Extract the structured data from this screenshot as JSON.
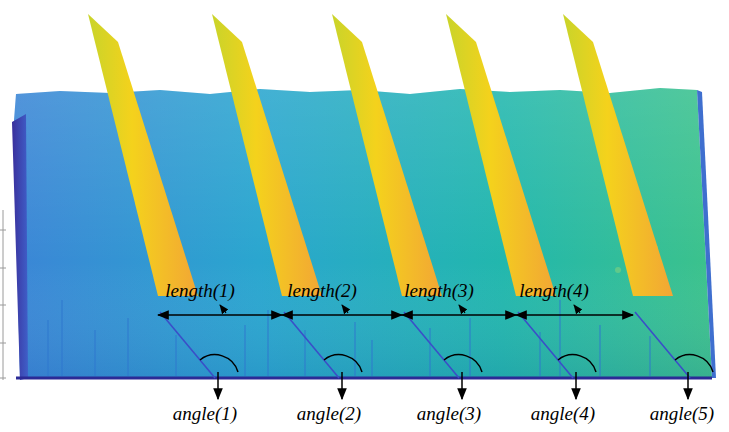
{
  "diagram": {
    "labels": [
      "length(1)",
      "length(2)",
      "length(3)",
      "length(4)",
      "angle(1)",
      "angle(2)",
      "angle(3)",
      "angle(4)",
      "angle(5)"
    ]
  }
}
